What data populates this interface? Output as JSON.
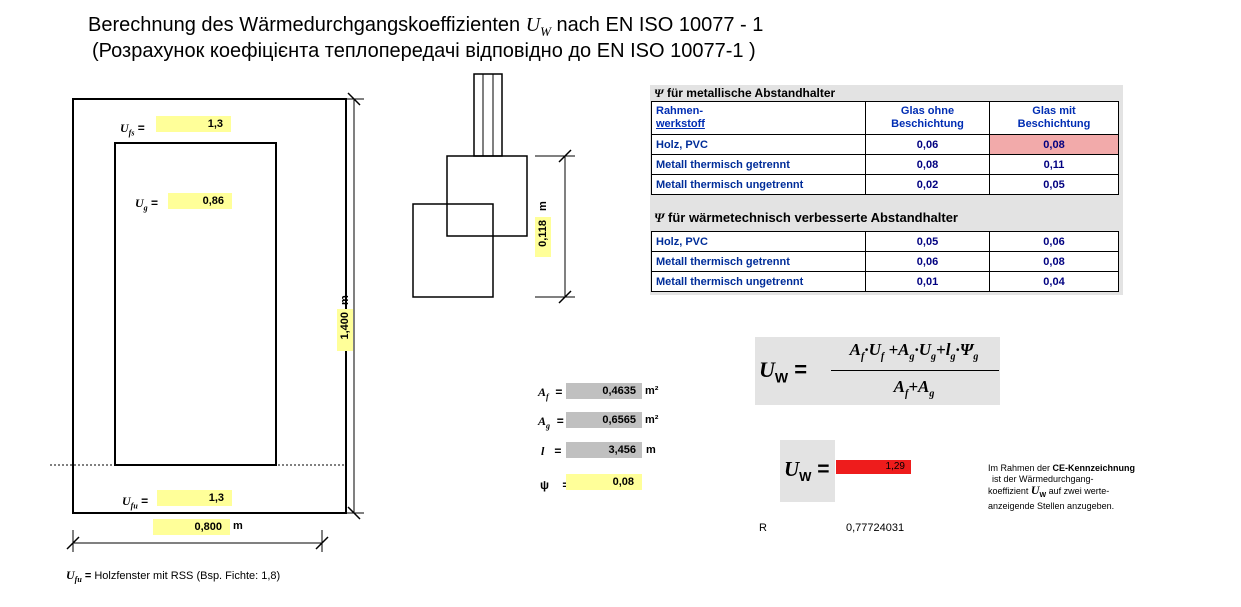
{
  "title": {
    "main_prefix": "Berechnung des Wärmedurchgangskoeffizienten",
    "main_symbol": "U",
    "main_symbol_sub": "W",
    "main_suffix": "nach EN ISO 10077 - 1",
    "subtitle": "(Розрахунок коефіцієнта теплопередачі відповідно до EN ISO 10077-1 )"
  },
  "window": {
    "ufs_label": "U",
    "ufs_sub": "fs",
    "ufs_value": "1,3",
    "ug_label": "U",
    "ug_sub": "g",
    "ug_value": "0,86",
    "ufu_label": "U",
    "ufu_sub": "fu",
    "ufu_value": "1,3",
    "width_value": "0,800",
    "width_unit": "m",
    "height_value": "1,400",
    "height_unit": "m",
    "eq": "=",
    "footnote_label": "U",
    "footnote_sub": "fu",
    "footnote_eq": "=",
    "footnote_text": "Holzfenster mit RSS (Bsp. Fichte: 1,8)"
  },
  "detail": {
    "dim_value": "0,118",
    "dim_unit": "m"
  },
  "psi_table": {
    "section1_title": "für metallische Abstandhalter",
    "section2_title": "für wärmetechnisch verbesserte Abstandhalter",
    "psi_symbol": "Ψ",
    "header_col1_line1": "Rahmen-",
    "header_col1_line2": "werkstoff",
    "header_col2_line1": "Glas ohne",
    "header_col2_line2": "Beschichtung",
    "header_col3_line1": "Glas mit",
    "header_col3_line2": "Beschichtung",
    "rows1": [
      {
        "name": "Holz, PVC",
        "a": "0,06",
        "b": "0,08"
      },
      {
        "name": "Metall thermisch getrennt",
        "a": "0,08",
        "b": "0,11"
      },
      {
        "name": "Metall thermisch ungetrennt",
        "a": "0,02",
        "b": "0,05"
      }
    ],
    "rows2": [
      {
        "name": "Holz, PVC",
        "a": "0,05",
        "b": "0,06"
      },
      {
        "name": "Metall thermisch getrennt",
        "a": "0,06",
        "b": "0,08"
      },
      {
        "name": "Metall thermisch ungetrennt",
        "a": "0,01",
        "b": "0,04"
      }
    ],
    "highlight_color": "#f2aaaa"
  },
  "params": {
    "af_label": "A",
    "af_sub": "f",
    "af_value": "0,4635",
    "af_unit": "m²",
    "ag_label": "A",
    "ag_sub": "g",
    "ag_value": "0,6565",
    "ag_unit": "m²",
    "l_label": "l",
    "l_value": "3,456",
    "l_unit": "m",
    "psi_label": "ψ",
    "psi_value": "0,08",
    "eq": "="
  },
  "formula": {
    "lhs": "U",
    "lhs_sub": "W",
    "eq": "=",
    "numerator": "A_f·U_f+A_g·U_g+l_g·Ψ_g",
    "denominator": "A_f+A_g"
  },
  "result": {
    "label": "U",
    "label_sub": "W",
    "eq": "=",
    "value": "1,29",
    "color": "#ee1c1c",
    "r_label": "R",
    "r_value": "0,77724031"
  },
  "note": {
    "line1_prefix": "Im Rahmen der",
    "line1_bold": "CE-Kennzeichnung",
    "line2": "ist der Wärmedurchgang-",
    "line3_prefix": "koeffizient",
    "line3_symbol": "U",
    "line3_sub": "W",
    "line3_suffix": "auf zwei werte-",
    "line4": "anzeigende Stellen anzugeben."
  }
}
